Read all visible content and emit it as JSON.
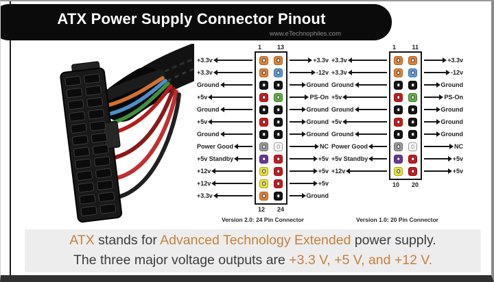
{
  "header": {
    "title": "ATX Power Supply Connector Pinout",
    "website": "www.eTechnophiles.com"
  },
  "pin_colors": {
    "orange": {
      "bg": "#e08336",
      "border": "#a85d20"
    },
    "blue": {
      "bg": "#5d9bd3",
      "border": "#2e6da4"
    },
    "black": {
      "bg": "#141414",
      "border": "#000000"
    },
    "red": {
      "bg": "#cd1a1e",
      "border": "#8c0e11"
    },
    "green": {
      "bg": "#62b146",
      "border": "#2f7d1f"
    },
    "gray": {
      "bg": "#9b9b9b",
      "border": "#6a6a6a"
    },
    "purple": {
      "bg": "#6e3699",
      "border": "#4b1f70"
    },
    "yellow": {
      "bg": "#e7e33a",
      "border": "#aba41b"
    },
    "white": {
      "bg": "#fafafa",
      "border": "#999999"
    }
  },
  "connectors": [
    {
      "name": "24-pin",
      "caption": "Version 2.0: 24 Pin Connector",
      "corner_numbers": {
        "top_left": "1",
        "top_right": "13",
        "bottom_left": "12",
        "bottom_right": "24"
      },
      "left_pins": [
        {
          "label": "+3.3v",
          "color": "orange"
        },
        {
          "label": "+3.3v",
          "color": "orange"
        },
        {
          "label": "Ground",
          "color": "black"
        },
        {
          "label": "+5v",
          "color": "red"
        },
        {
          "label": "Ground",
          "color": "black"
        },
        {
          "label": "+5v",
          "color": "red"
        },
        {
          "label": "Ground",
          "color": "black"
        },
        {
          "label": "Power Good",
          "color": "gray"
        },
        {
          "label": "+5v Standby",
          "color": "purple"
        },
        {
          "label": "+12v",
          "color": "yellow"
        },
        {
          "label": "+12v",
          "color": "yellow"
        },
        {
          "label": "+3.3v",
          "color": "orange"
        }
      ],
      "right_pins": [
        {
          "label": "+3.3v",
          "color": "orange"
        },
        {
          "label": "-12v",
          "color": "blue"
        },
        {
          "label": "Ground",
          "color": "black"
        },
        {
          "label": "PS-On",
          "color": "green"
        },
        {
          "label": "Ground",
          "color": "black"
        },
        {
          "label": "Ground",
          "color": "black"
        },
        {
          "label": "Ground",
          "color": "black"
        },
        {
          "label": "NC",
          "color": "white"
        },
        {
          "label": "+5v",
          "color": "red"
        },
        {
          "label": "+5v",
          "color": "red"
        },
        {
          "label": "+5v",
          "color": "red"
        },
        {
          "label": "Ground",
          "color": "black"
        }
      ]
    },
    {
      "name": "20-pin",
      "caption": "Version 1.0: 20 Pin Connector",
      "corner_numbers": {
        "top_left": "1",
        "top_right": "11",
        "bottom_left": "10",
        "bottom_right": "20"
      },
      "left_pins": [
        {
          "label": "+3.3v",
          "color": "orange"
        },
        {
          "label": "+3.3v",
          "color": "orange"
        },
        {
          "label": "Ground",
          "color": "black"
        },
        {
          "label": "+5v",
          "color": "red"
        },
        {
          "label": "Ground",
          "color": "black"
        },
        {
          "label": "+5v",
          "color": "red"
        },
        {
          "label": "Ground",
          "color": "black"
        },
        {
          "label": "Power Good",
          "color": "gray"
        },
        {
          "label": "+5v Standby",
          "color": "purple"
        },
        {
          "label": "+12v",
          "color": "yellow"
        }
      ],
      "right_pins": [
        {
          "label": "+3.3v",
          "color": "orange"
        },
        {
          "label": "-12v",
          "color": "blue"
        },
        {
          "label": "Ground",
          "color": "black"
        },
        {
          "label": "PS-On",
          "color": "green"
        },
        {
          "label": "Ground",
          "color": "black"
        },
        {
          "label": "Ground",
          "color": "black"
        },
        {
          "label": "Ground",
          "color": "black"
        },
        {
          "label": "NC",
          "color": "white"
        },
        {
          "label": "+5v",
          "color": "red"
        },
        {
          "label": "+5v",
          "color": "red"
        }
      ]
    }
  ],
  "footer": {
    "highlight_color": "#c5803e",
    "line1": [
      {
        "text": "ATX",
        "highlight": true
      },
      {
        "text": " stands for ",
        "highlight": false
      },
      {
        "text": "Advanced Technology Extended",
        "highlight": true
      },
      {
        "text": " power supply.",
        "highlight": false
      }
    ],
    "line2": [
      {
        "text": "The three major voltage outputs are ",
        "highlight": false
      },
      {
        "text": "+3.3 V, +5 V, and +12 V.",
        "highlight": true
      }
    ]
  }
}
